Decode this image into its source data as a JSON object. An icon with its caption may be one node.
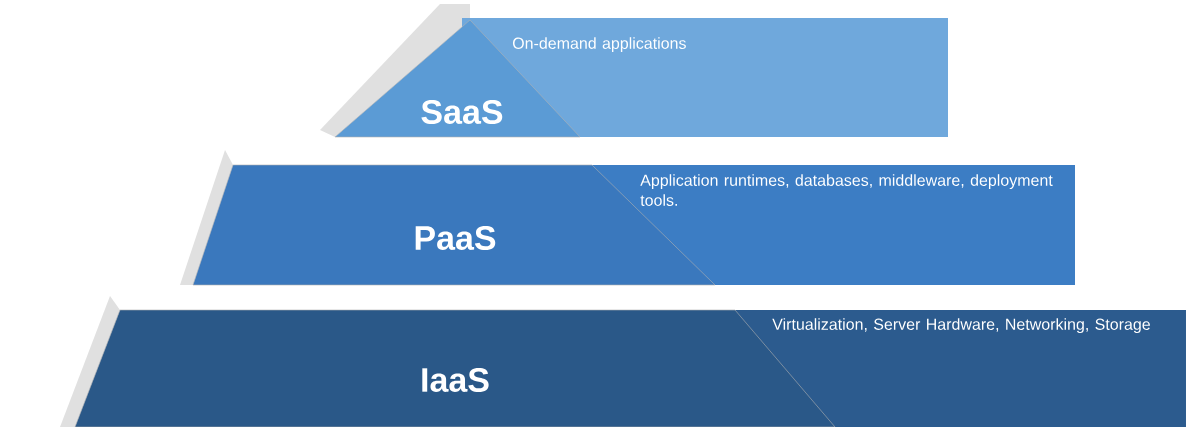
{
  "diagram": {
    "nodes": [
      {
        "text": [
          "On-demand applications"
        ]
      },
      {
        "text": [
          "SaaS"
        ]
      },
      {
        "text": [
          "Application runtimes, databases, middleware, deployment tools."
        ]
      },
      {
        "text": [
          "PaaS"
        ]
      },
      {
        "text": [
          "Virtualization, Server Hardware, Networking, Storage"
        ]
      },
      {
        "text": [
          "IaaS"
        ]
      }
    ]
  }
}
